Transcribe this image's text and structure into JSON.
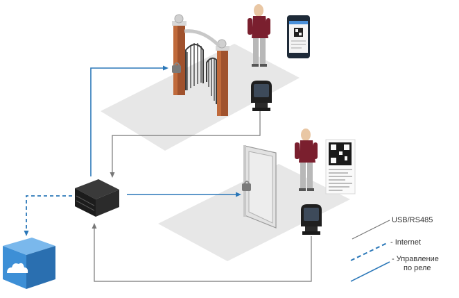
{
  "legend": {
    "usb_rs485": "USB/RS485",
    "internet": "- Internet",
    "relay_line1": "- Управление",
    "relay_line2": "по реле"
  },
  "colors": {
    "connection_blue": "#2a77b8",
    "wire_gray": "#8c8c8c",
    "floor": "#e7e7e7",
    "cloud_box": "#3d8fd6",
    "shirt": "#7a1f2e",
    "pants": "#b8b8b8",
    "brick": "#a0522d"
  },
  "icons": {
    "cloud": "cloud-server-icon",
    "controller": "controller-device-icon",
    "scanner": "barcode-scanner-icon",
    "phone": "smartphone-qr-icon",
    "ticket": "paper-ticket-qr-icon",
    "gate": "gate-icon",
    "door": "door-icon",
    "lock": "padlock-icon",
    "person": "person-icon"
  }
}
